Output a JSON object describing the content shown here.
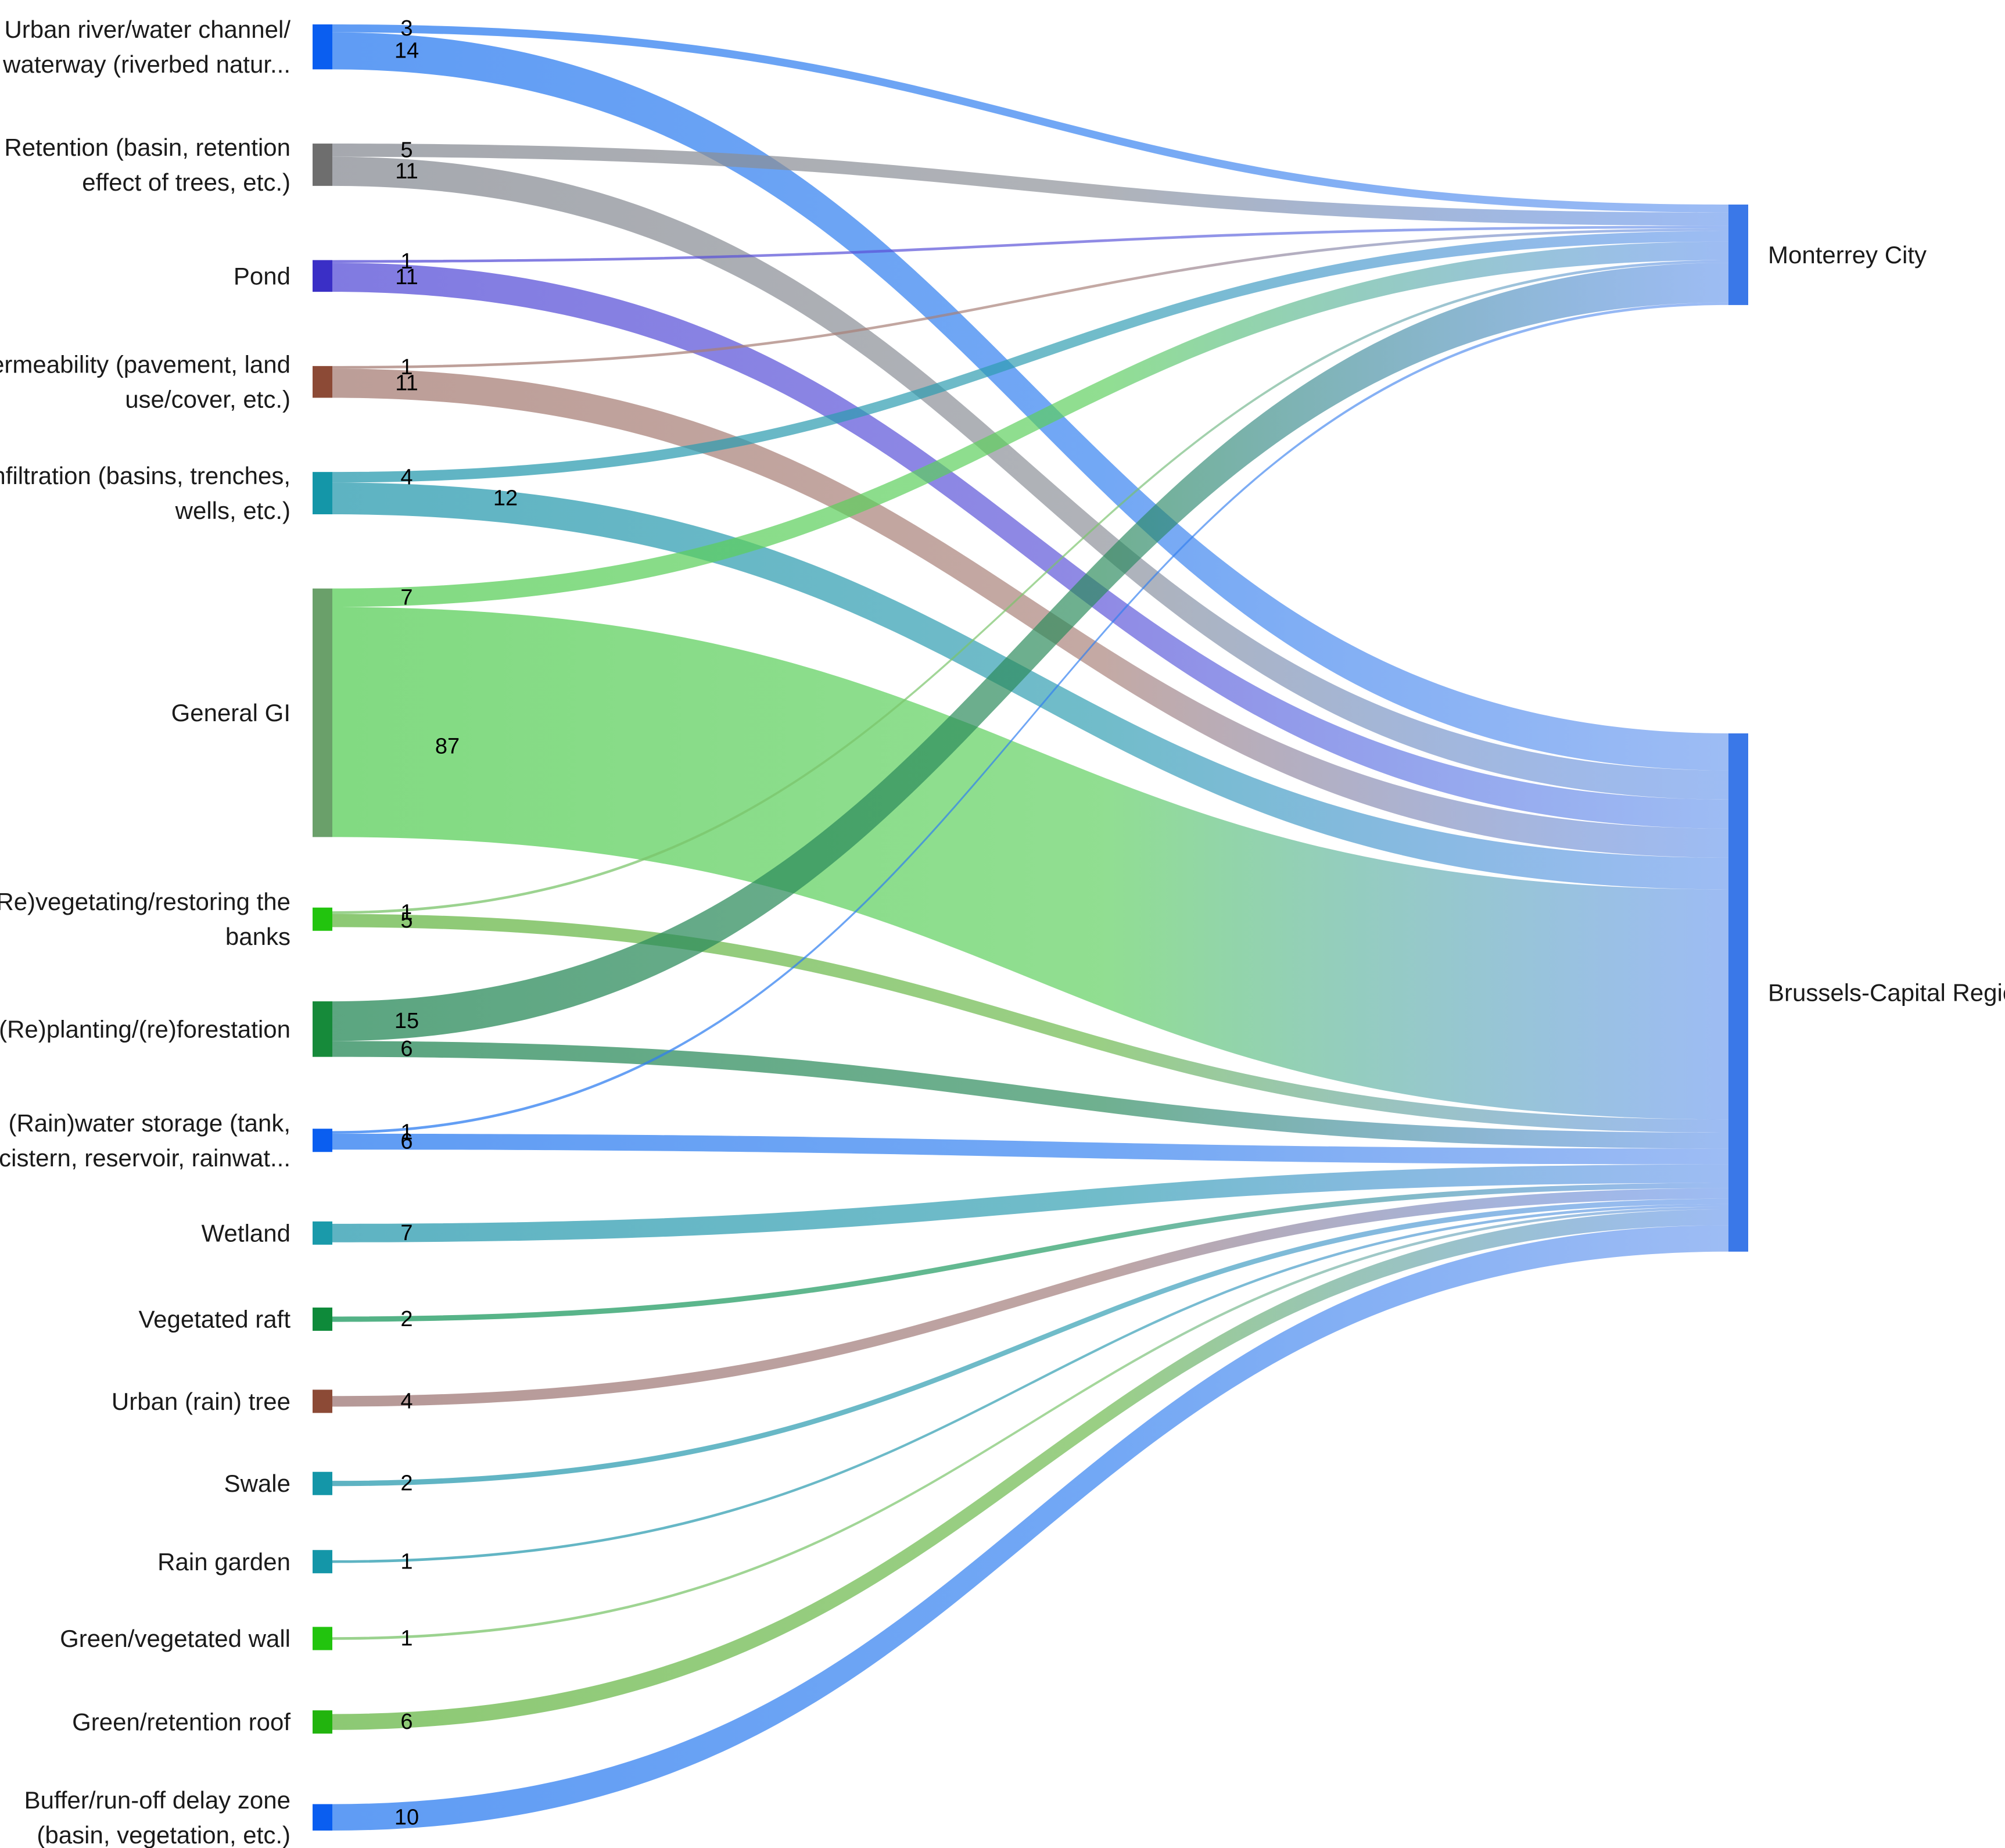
{
  "chart_data": {
    "type": "sankey",
    "sources": [
      {
        "name": "Urban river/water channel/ waterway (riverbed natur...",
        "lines": [
          "Urban river/water channel/",
          "waterway (riverbed natur..."
        ],
        "color": "#0a5ef0"
      },
      {
        "name": "Retention (basin, retention effect of trees, etc.)",
        "lines": [
          "Retention (basin, retention",
          "effect of trees, etc.)"
        ],
        "color": "#6e6e6e"
      },
      {
        "name": "Pond",
        "lines": [
          "Pond"
        ],
        "color": "#3a2fc6"
      },
      {
        "name": "Permeability (pavement, land use/cover, etc.)",
        "lines": [
          "Permeability (pavement, land",
          "use/cover, etc.)"
        ],
        "color": "#8c4a36"
      },
      {
        "name": "Infiltration (basins, trenches, wells, etc.)",
        "lines": [
          "Infiltration (basins, trenches,",
          "wells, etc.)"
        ],
        "color": "#1496a8"
      },
      {
        "name": "General GI",
        "lines": [
          "General GI"
        ],
        "color": "#6aa06a"
      },
      {
        "name": "(Re)vegetating/restoring the banks",
        "lines": [
          "(Re)vegetating/restoring the",
          "banks"
        ],
        "color": "#22c40e"
      },
      {
        "name": "(Re)planting/(re)forestation",
        "lines": [
          "(Re)planting/(re)forestation"
        ],
        "color": "#168a3a"
      },
      {
        "name": "(Rain)water storage (tank, cistern, reservoir, rainwat...",
        "lines": [
          "(Rain)water storage (tank,",
          "cistern, reservoir, rainwat..."
        ],
        "color": "#0a5ef0"
      },
      {
        "name": "Wetland",
        "lines": [
          "Wetland"
        ],
        "color": "#1a9aaa"
      },
      {
        "name": "Vegetated raft",
        "lines": [
          "Vegetated raft"
        ],
        "color": "#0e8a3a"
      },
      {
        "name": "Urban (rain) tree",
        "lines": [
          "Urban (rain) tree"
        ],
        "color": "#8c4a36"
      },
      {
        "name": "Swale",
        "lines": [
          "Swale"
        ],
        "color": "#1496a8"
      },
      {
        "name": "Rain garden",
        "lines": [
          "Rain garden"
        ],
        "color": "#1496a8"
      },
      {
        "name": "Green/vegetated wall",
        "lines": [
          "Green/vegetated wall"
        ],
        "color": "#22c40e"
      },
      {
        "name": "Green/retention roof",
        "lines": [
          "Green/retention roof"
        ],
        "color": "#22b40e"
      },
      {
        "name": "Buffer/run-off delay zone (basin, vegetation, etc.)",
        "lines": [
          "Buffer/run-off delay zone",
          "(basin, vegetation, etc.)"
        ],
        "color": "#0a5ef0"
      }
    ],
    "targets": [
      {
        "name": "Monterrey City",
        "color": "#3a78e8"
      },
      {
        "name": "Brussels-Capital Region",
        "color": "#3a78e8"
      }
    ],
    "links": [
      {
        "source": 0,
        "target": 0,
        "value": 3,
        "color": "#2f7ef0"
      },
      {
        "source": 0,
        "target": 1,
        "value": 14,
        "color": "#2f7ef0"
      },
      {
        "source": 1,
        "target": 0,
        "value": 5,
        "color": "#8a8e96"
      },
      {
        "source": 1,
        "target": 1,
        "value": 11,
        "color": "#8a8e96"
      },
      {
        "source": 2,
        "target": 0,
        "value": 1,
        "color": "#5a52d8"
      },
      {
        "source": 2,
        "target": 1,
        "value": 11,
        "color": "#5a52d8"
      },
      {
        "source": 3,
        "target": 0,
        "value": 1,
        "color": "#a88078"
      },
      {
        "source": 3,
        "target": 1,
        "value": 11,
        "color": "#a88078"
      },
      {
        "source": 4,
        "target": 0,
        "value": 4,
        "color": "#2d9cb0"
      },
      {
        "source": 4,
        "target": 1,
        "value": 12,
        "color": "#2d9cb0"
      },
      {
        "source": 5,
        "target": 0,
        "value": 7,
        "color": "#5ccf5c"
      },
      {
        "source": 5,
        "target": 1,
        "value": 87,
        "color": "#5ccf5c"
      },
      {
        "source": 6,
        "target": 0,
        "value": 1,
        "color": "#7ac46a"
      },
      {
        "source": 6,
        "target": 1,
        "value": 5,
        "color": "#6ab84a"
      },
      {
        "source": 7,
        "target": 0,
        "value": 15,
        "color": "#2a8a5a"
      },
      {
        "source": 7,
        "target": 1,
        "value": 6,
        "color": "#2a8a5a"
      },
      {
        "source": 8,
        "target": 0,
        "value": 1,
        "color": "#2f7ef0"
      },
      {
        "source": 8,
        "target": 1,
        "value": 6,
        "color": "#2f7ef0"
      },
      {
        "source": 9,
        "target": 1,
        "value": 7,
        "color": "#2d9cb0"
      },
      {
        "source": 10,
        "target": 1,
        "value": 2,
        "color": "#1e9a60"
      },
      {
        "source": 11,
        "target": 1,
        "value": 4,
        "color": "#a07a78"
      },
      {
        "source": 12,
        "target": 1,
        "value": 2,
        "color": "#2d9cb0"
      },
      {
        "source": 13,
        "target": 1,
        "value": 1,
        "color": "#2d9cb0"
      },
      {
        "source": 14,
        "target": 1,
        "value": 1,
        "color": "#7ac46a"
      },
      {
        "source": 15,
        "target": 1,
        "value": 6,
        "color": "#6ab84a"
      },
      {
        "source": 16,
        "target": 1,
        "value": 10,
        "color": "#2f7ef0"
      }
    ]
  }
}
